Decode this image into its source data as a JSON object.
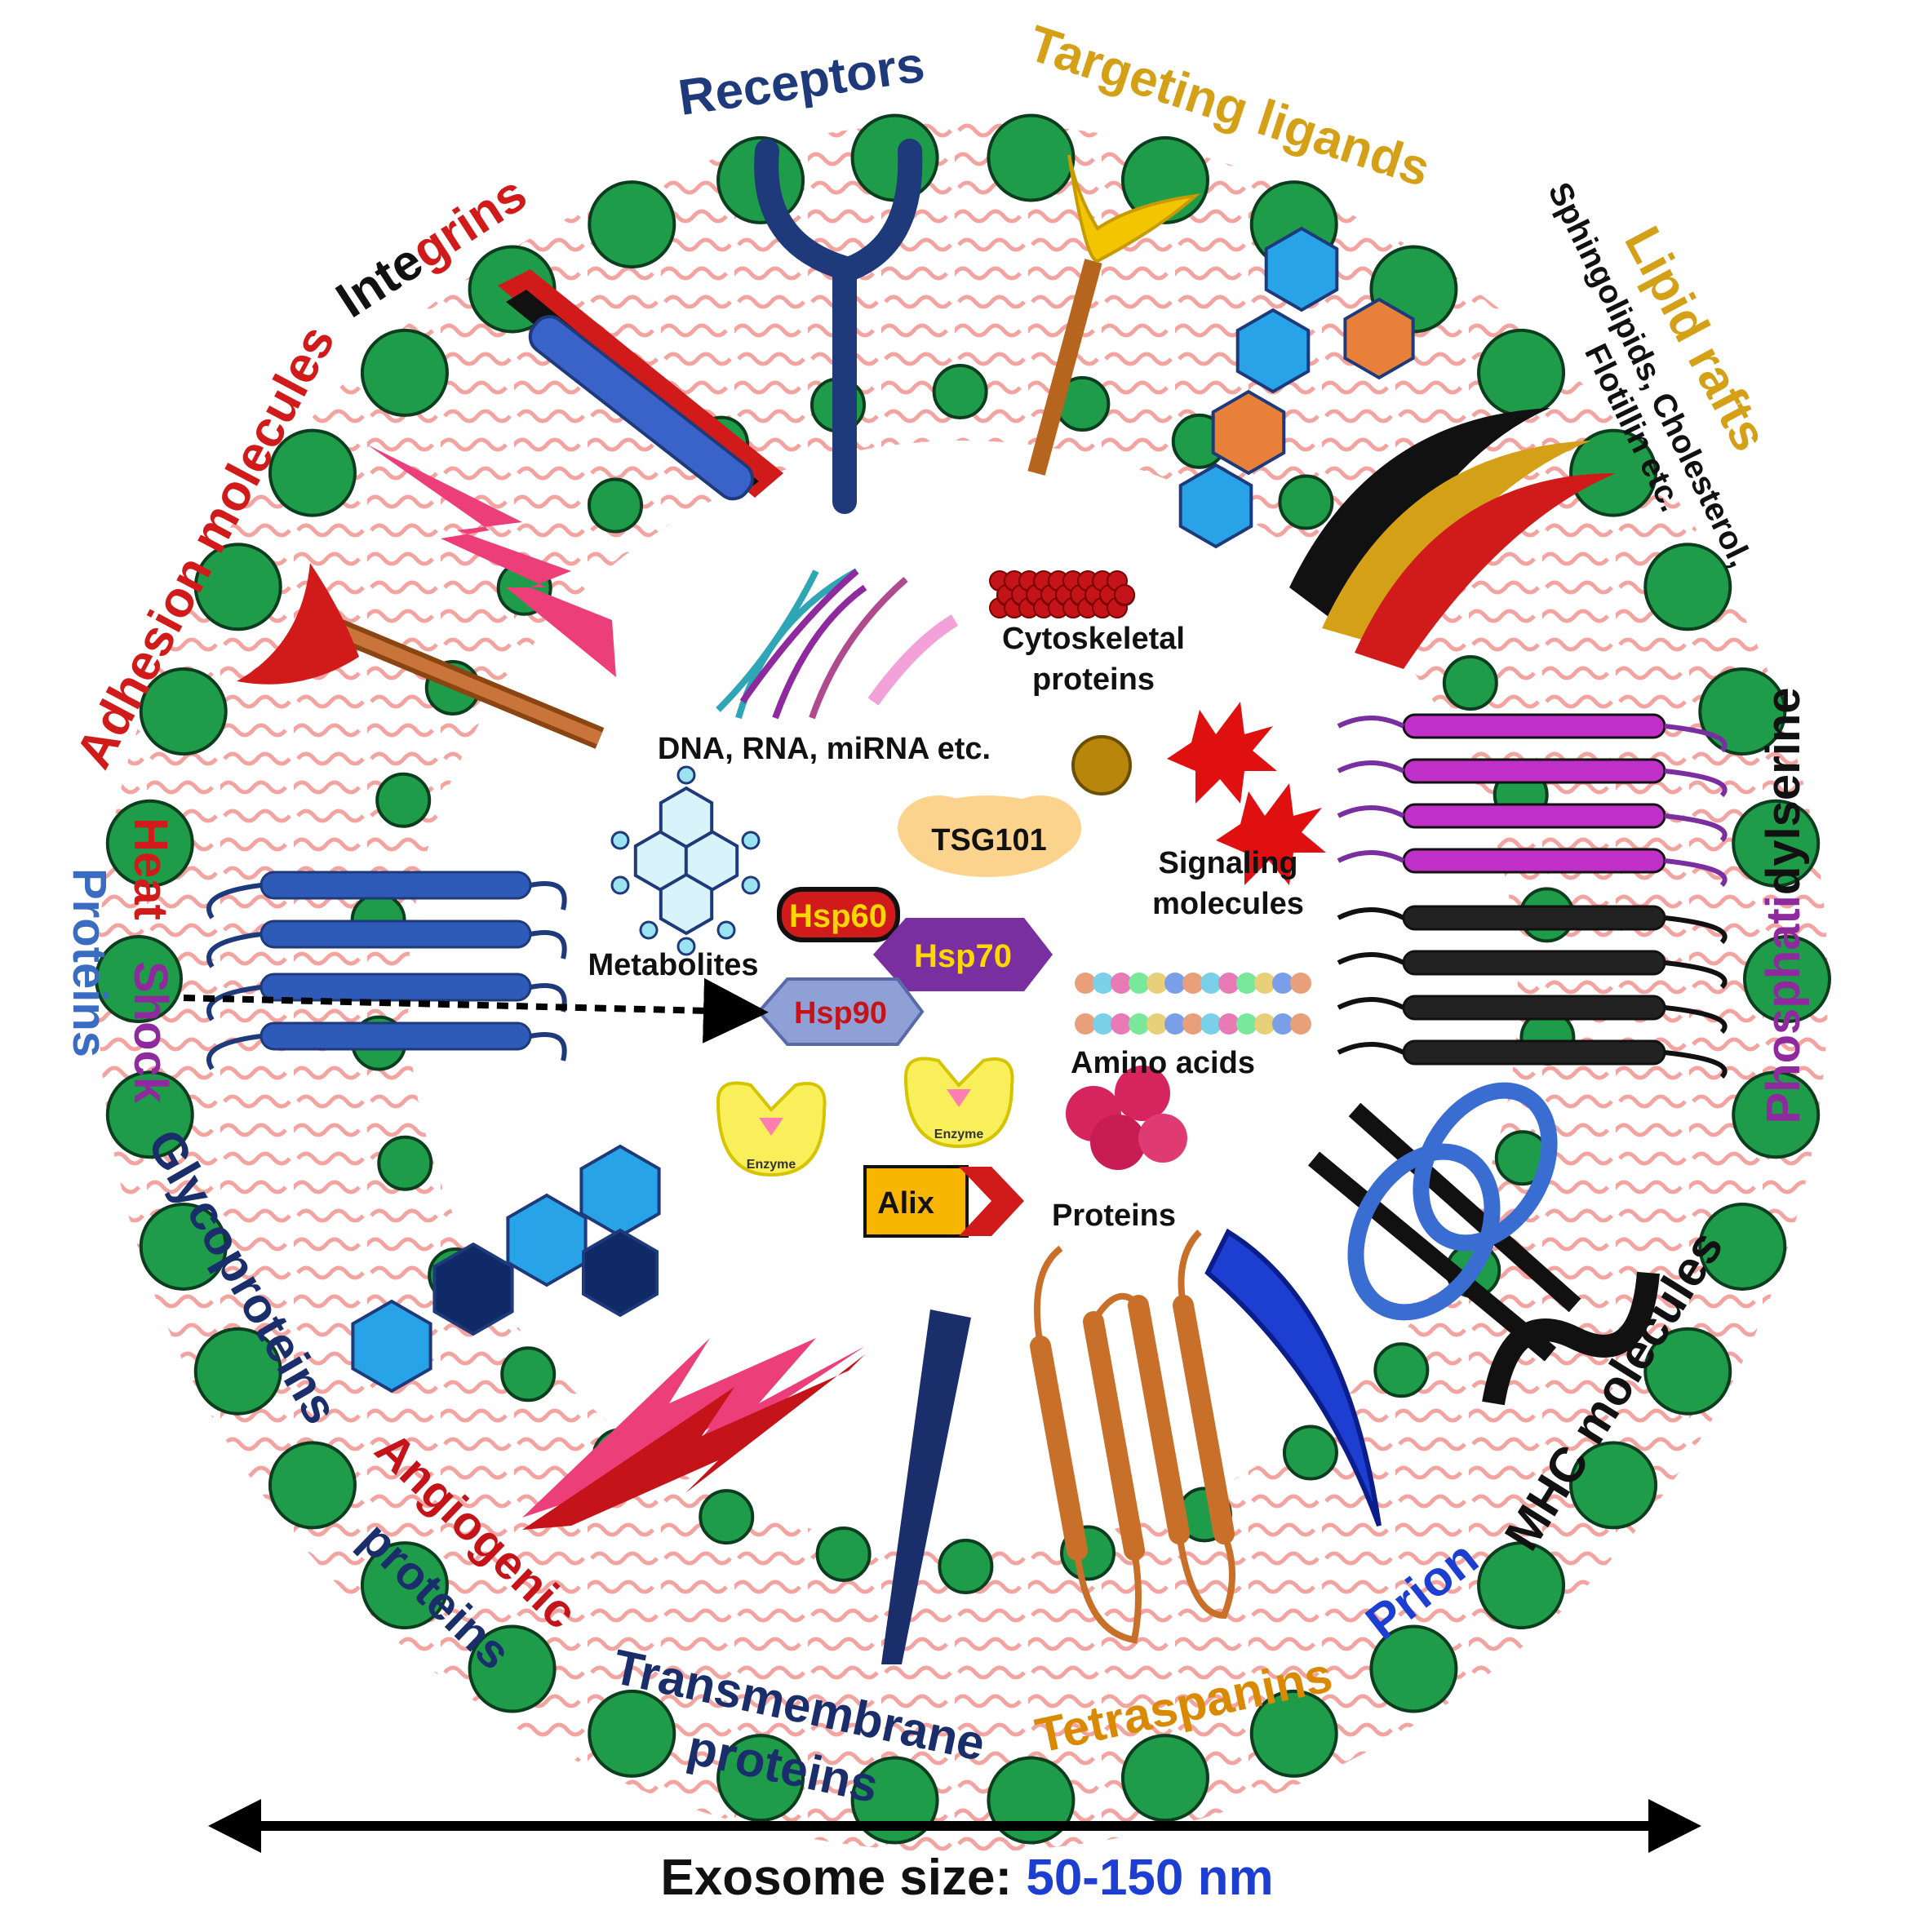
{
  "labels": {
    "receptors": "Receptors",
    "targeting_ligands": "Targeting ligands",
    "integrins_a": "Inte",
    "integrins_b": "grins",
    "adhesion": "Adhesion molecules",
    "lipid_rafts": "Lipid rafts",
    "sphingo_1": "Sphingolipids, Cholesterol,",
    "sphingo_2": "Flotillin etc.",
    "heat_1": "Heat",
    "heat_2": "Shock",
    "heat_3": "Proteins",
    "phospha_1": "Phosphati",
    "phospha_2": "dylserine",
    "glyco": "Glycoproteins",
    "angio_1": "Angiogenic",
    "angio_2": "proteins",
    "trans_1": "Transmembrane",
    "trans_2": "proteins",
    "tetra": "Tetraspanins",
    "prion": "Prion",
    "mhc": "MHC molecules",
    "dna": "DNA, RNA, miRNA etc.",
    "cyto_1": "Cytoskeletal",
    "cyto_2": "proteins",
    "tsg": "TSG101",
    "signal_1": "Signaling",
    "signal_2": "molecules",
    "metabolites": "Metabolites",
    "hsp60": "Hsp60",
    "hsp70": "Hsp70",
    "hsp90": "Hsp90",
    "amino": "Amino  acids",
    "enzyme": "Enzyme",
    "alix": "Alix",
    "proteins": "Proteins",
    "size_label": "Exosome size:",
    "size_value": "50-150 nm"
  },
  "colors": {
    "head": "#1e9c4a",
    "navy": "#1f3a7a",
    "gold": "#d4a017",
    "red": "#d11a1a",
    "purple": "#8e2a9e",
    "blue": "#1d3fd1",
    "orange": "#c8702a",
    "black": "#111111"
  }
}
